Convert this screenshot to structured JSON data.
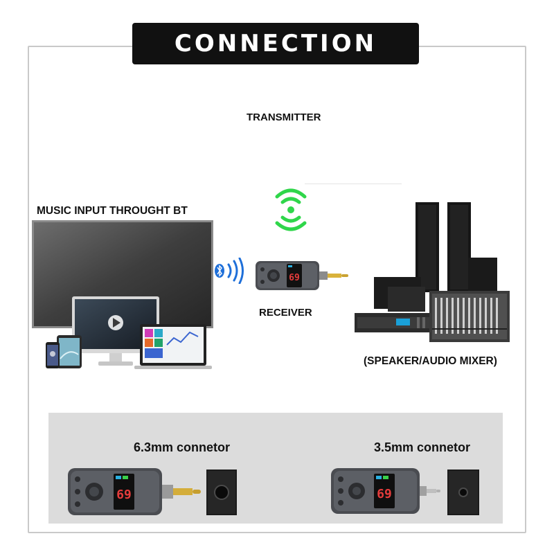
{
  "header": {
    "title": "CONNECTION"
  },
  "diagram": {
    "transmitter_label": "TRANSMITTER",
    "source_label": "MUSIC INPUT THROUGHT BT",
    "receiver_label": "RECEIVER",
    "output_label": "(SPEAKER/AUDIO MIXER)"
  },
  "connectors": {
    "large_label": "6.3mm connetor",
    "small_label": "3.5mm connetor"
  },
  "device_display": {
    "channel": "69"
  },
  "colors": {
    "banner_bg": "#111111",
    "wifi_green": "#2fd64a",
    "bluetooth_blue": "#1e6fd9",
    "panel_gray": "#dcdcdc"
  },
  "icons": [
    "bluetooth-icon",
    "wireless-signal-icon",
    "play-icon"
  ]
}
